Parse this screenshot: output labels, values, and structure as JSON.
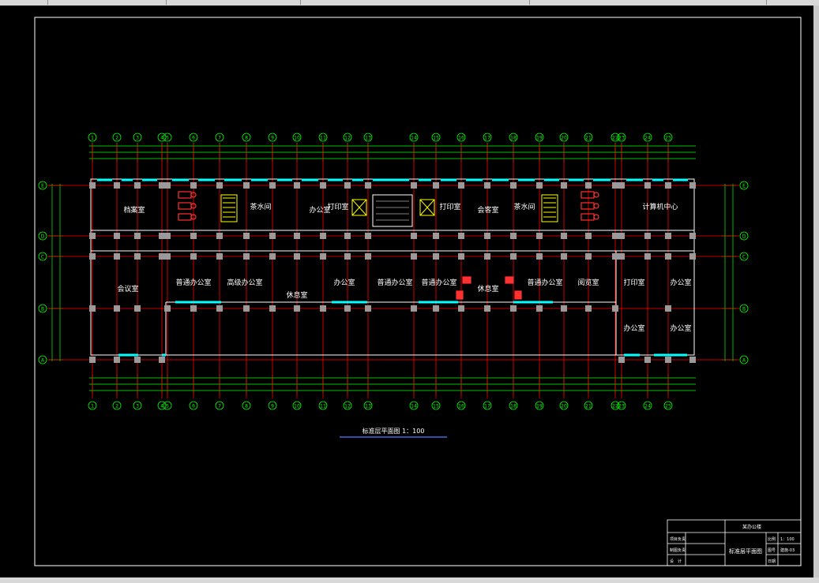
{
  "drawing": {
    "title": "标准层平面图  1：100",
    "axes_top": [
      "1",
      "2",
      "3",
      "4",
      "5",
      "6",
      "7",
      "8",
      "9",
      "10",
      "11",
      "12",
      "13",
      "14",
      "15",
      "16",
      "17",
      "18",
      "19",
      "20",
      "21",
      "22",
      "23",
      "24",
      "25"
    ],
    "axes_side": [
      "E",
      "D",
      "C",
      "B",
      "A"
    ],
    "rooms": [
      "档案室",
      "茶水间",
      "办公室",
      "打印室",
      "打印室",
      "会客室",
      "茶水间",
      "计算机中心",
      "会议室",
      "普通办公室",
      "高级办公室",
      "休息室",
      "办公室",
      "普通办公室",
      "普通办公室",
      "休息室",
      "普通办公室",
      "阅览室",
      "打印室",
      "办公室",
      "办公室",
      "办公室"
    ]
  },
  "title_block": {
    "project": "某办公楼",
    "roles": [
      "项目负责",
      "制图负责",
      "设　计"
    ],
    "drawing_name": "标准层平面图",
    "labels": [
      "比例",
      "图号",
      "日期"
    ],
    "values": [
      "1：100",
      "建施-03",
      ""
    ]
  },
  "colors": {
    "background": "#000000",
    "grid_lines": "#ff0000",
    "dimension_lines": "#00ff00",
    "windows": "#00ffff",
    "text": "#ffffff",
    "title_underline": "#4169e1",
    "stairs": "#ffff00",
    "fixtures": "#ff3030"
  }
}
